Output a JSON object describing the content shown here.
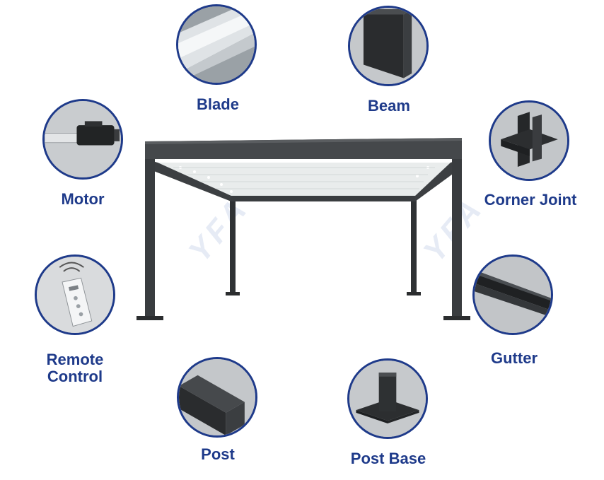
{
  "parts": [
    {
      "id": "blade",
      "label": "Blade",
      "icon": "blade-icon"
    },
    {
      "id": "beam",
      "label": "Beam",
      "icon": "beam-icon"
    },
    {
      "id": "motor",
      "label": "Motor",
      "icon": "motor-icon"
    },
    {
      "id": "corner-joint",
      "label": "Corner Joint",
      "icon": "corner-joint-icon"
    },
    {
      "id": "remote-control",
      "label": "Remote Control",
      "icon": "remote-control-icon"
    },
    {
      "id": "gutter",
      "label": "Gutter",
      "icon": "gutter-icon"
    },
    {
      "id": "post",
      "label": "Post",
      "icon": "post-icon"
    },
    {
      "id": "post-base",
      "label": "Post Base",
      "icon": "post-base-icon"
    }
  ],
  "watermark": "YFA",
  "colors": {
    "label": "#1e3a8a",
    "frame": "#3f4245",
    "circle_border": "#1e3a8a",
    "roof_light": "#eef0f0"
  }
}
